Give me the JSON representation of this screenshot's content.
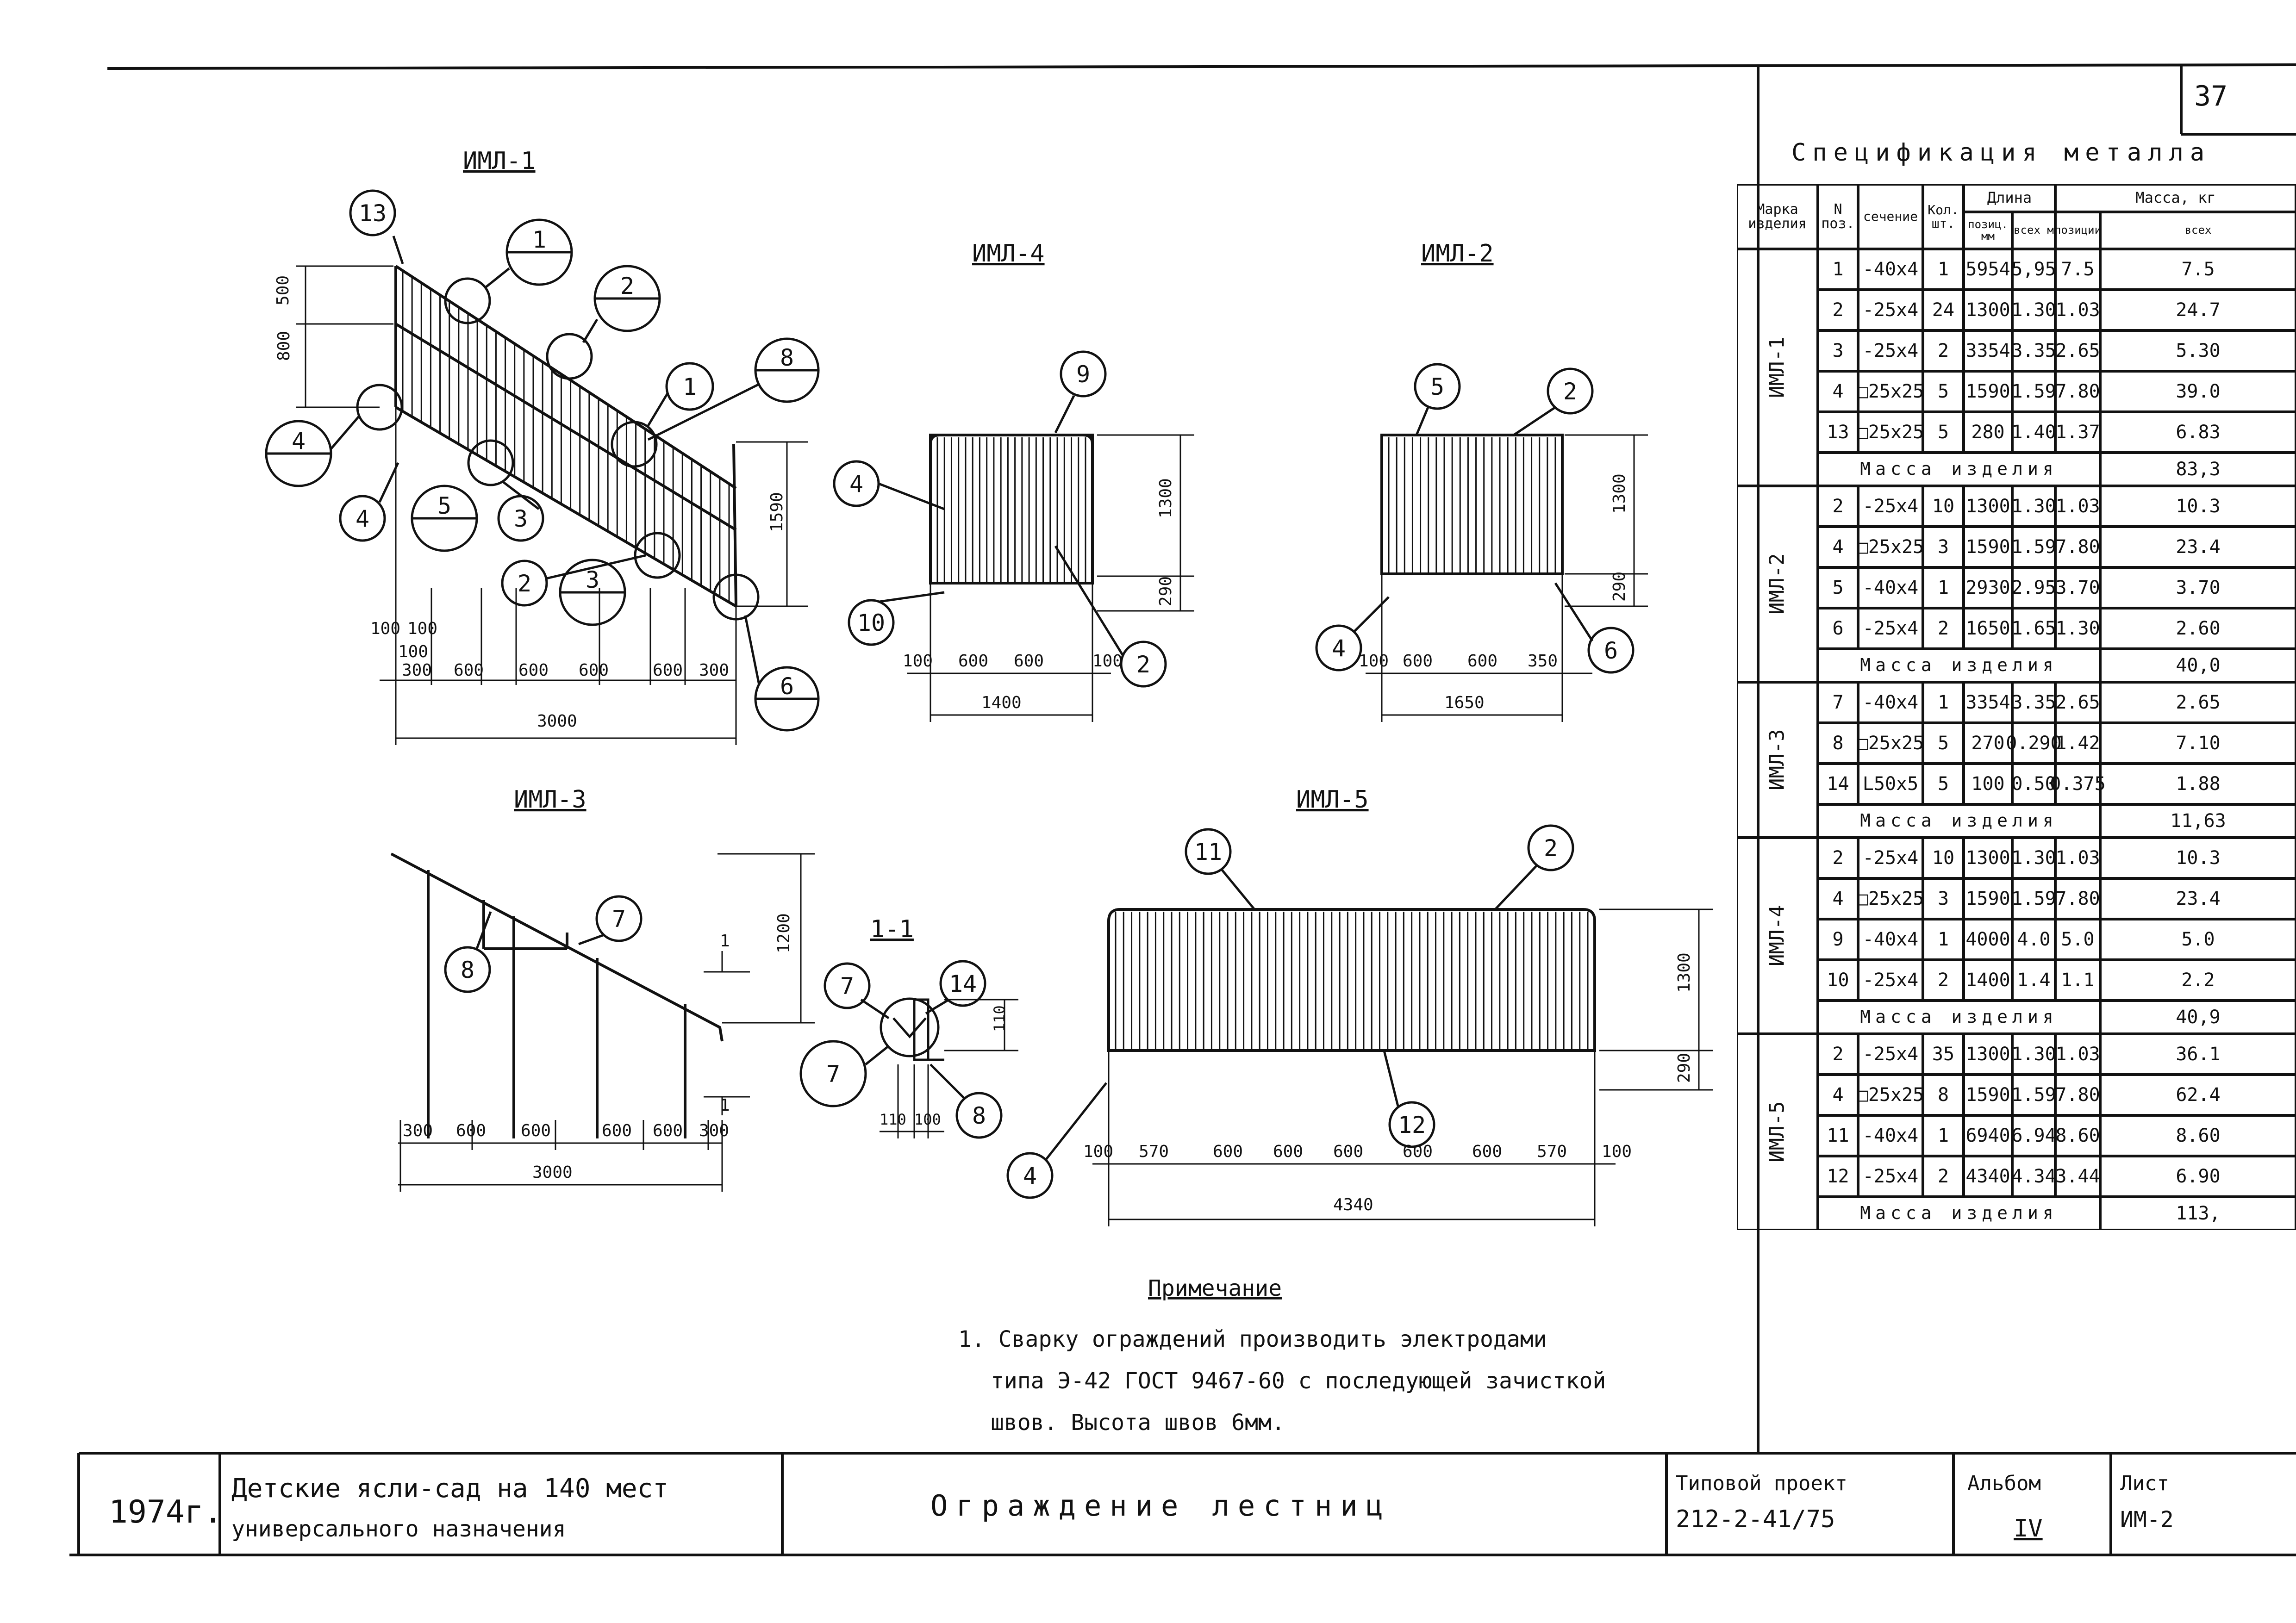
{
  "sheet_no": "37",
  "drawings": [
    {
      "title": "ИМЛ-1",
      "callouts": [
        "13",
        "1",
        "2",
        "1",
        "8",
        "4",
        "4",
        "5",
        "3",
        "2",
        "3",
        "6"
      ],
      "dims": [
        "500",
        "800",
        "1590",
        "100",
        "100",
        "100",
        "300",
        "600",
        "600",
        "600",
        "600",
        "300",
        "3000"
      ]
    },
    {
      "title": "ИМЛ-4",
      "callouts": [
        "9",
        "4",
        "10",
        "2"
      ],
      "dims": [
        "1300",
        "290",
        "100",
        "600",
        "600",
        "100",
        "1400"
      ]
    },
    {
      "title": "ИМЛ-2",
      "callouts": [
        "5",
        "2",
        "4",
        "6"
      ],
      "dims": [
        "1300",
        "290",
        "100",
        "600",
        "600",
        "350",
        "1650"
      ]
    },
    {
      "title": "ИМЛ-3",
      "callouts": [
        "7",
        "8"
      ],
      "dims": [
        "1200",
        "300",
        "600",
        "600",
        "600",
        "600",
        "300",
        "3000",
        "1",
        "1"
      ]
    },
    {
      "title": "1-1",
      "callouts": [
        "7",
        "14",
        "7",
        "8"
      ],
      "dims": [
        "110",
        "110",
        "100"
      ]
    },
    {
      "title": "ИМЛ-5",
      "callouts": [
        "11",
        "2",
        "12",
        "4"
      ],
      "dims": [
        "1300",
        "290",
        "100",
        "570",
        "600",
        "600",
        "600",
        "600",
        "600",
        "570",
        "100",
        "4340"
      ]
    }
  ],
  "note": {
    "heading": "Примечание",
    "line1": "1. Сварку ограждений производить электродами",
    "line2": "типа Э-42  ГОСТ 9467-60  с последующей зачисткой",
    "line3": "швов. Высота швов 6мм."
  },
  "spec": {
    "title": "Спецификация металла",
    "headers": {
      "mark": "Марка изделия",
      "pos": "N поз.",
      "section": "сечение",
      "qty": "Кол. шт.",
      "length": "Длина",
      "len_pos": "позиц. мм",
      "len_total": "всех м",
      "mass": "Масса, кг",
      "mass_pos": "позиции",
      "mass_total": "всех"
    },
    "groups": [
      {
        "mark": "ИМЛ-1",
        "rows": [
          [
            "1",
            "-40x4",
            "1",
            "5954",
            "5,95",
            "7.5",
            "7.5"
          ],
          [
            "2",
            "-25x4",
            "24",
            "1300",
            "1.30",
            "1.03",
            "24.7"
          ],
          [
            "3",
            "-25x4",
            "2",
            "3354",
            "3.35",
            "2.65",
            "5.30"
          ],
          [
            "4",
            "□25x25",
            "5",
            "1590",
            "1.59",
            "7.80",
            "39.0"
          ],
          [
            "13",
            "□25x25",
            "5",
            "280",
            "1.40",
            "1.37",
            "6.83"
          ]
        ],
        "total_label": "Масса изделия",
        "total": "83,3"
      },
      {
        "mark": "ИМЛ-2",
        "rows": [
          [
            "2",
            "-25x4",
            "10",
            "1300",
            "1.30",
            "1.03",
            "10.3"
          ],
          [
            "4",
            "□25x25",
            "3",
            "1590",
            "1.59",
            "7.80",
            "23.4"
          ],
          [
            "5",
            "-40x4",
            "1",
            "2930",
            "2.95",
            "3.70",
            "3.70"
          ],
          [
            "6",
            "-25x4",
            "2",
            "1650",
            "1.65",
            "1.30",
            "2.60"
          ]
        ],
        "total_label": "Масса изделия",
        "total": "40,0"
      },
      {
        "mark": "ИМЛ-3",
        "rows": [
          [
            "7",
            "-40x4",
            "1",
            "3354",
            "3.35",
            "2.65",
            "2.65"
          ],
          [
            "8",
            "□25x25",
            "5",
            "270",
            "0.290",
            "1.42",
            "7.10"
          ],
          [
            "14",
            "L50x5",
            "5",
            "100",
            "0.50",
            "0.375",
            "1.88"
          ]
        ],
        "total_label": "Масса изделия",
        "total": "11,63"
      },
      {
        "mark": "ИМЛ-4",
        "rows": [
          [
            "2",
            "-25x4",
            "10",
            "1300",
            "1.30",
            "1.03",
            "10.3"
          ],
          [
            "4",
            "□25x25",
            "3",
            "1590",
            "1.59",
            "7.80",
            "23.4"
          ],
          [
            "9",
            "-40x4",
            "1",
            "4000",
            "4.0",
            "5.0",
            "5.0"
          ],
          [
            "10",
            "-25x4",
            "2",
            "1400",
            "1.4",
            "1.1",
            "2.2"
          ]
        ],
        "total_label": "Масса изделия",
        "total": "40,9"
      },
      {
        "mark": "ИМЛ-5",
        "rows": [
          [
            "2",
            "-25x4",
            "35",
            "1300",
            "1.30",
            "1.03",
            "36.1"
          ],
          [
            "4",
            "□25x25",
            "8",
            "1590",
            "1.59",
            "7.80",
            "62.4"
          ],
          [
            "11",
            "-40x4",
            "1",
            "6940",
            "6.94",
            "8.60",
            "8.60"
          ],
          [
            "12",
            "-25x4",
            "2",
            "4340",
            "4.34",
            "3.44",
            "6.90"
          ]
        ],
        "total_label": "Масса изделия",
        "total": "113,"
      }
    ]
  },
  "title_block": {
    "year": "1974г.",
    "project_line1": "Детские ясли-сад на 140 мест",
    "project_line2": "универсального назначения",
    "sheet_title": "Ограждение лестниц",
    "typical_project_label": "Типовой проект",
    "typical_project_no": "212-2-41/75",
    "album_label": "Альбом",
    "album_no": "IV",
    "sheet_label": "Лист",
    "sheet_code": "ИМ-2"
  }
}
